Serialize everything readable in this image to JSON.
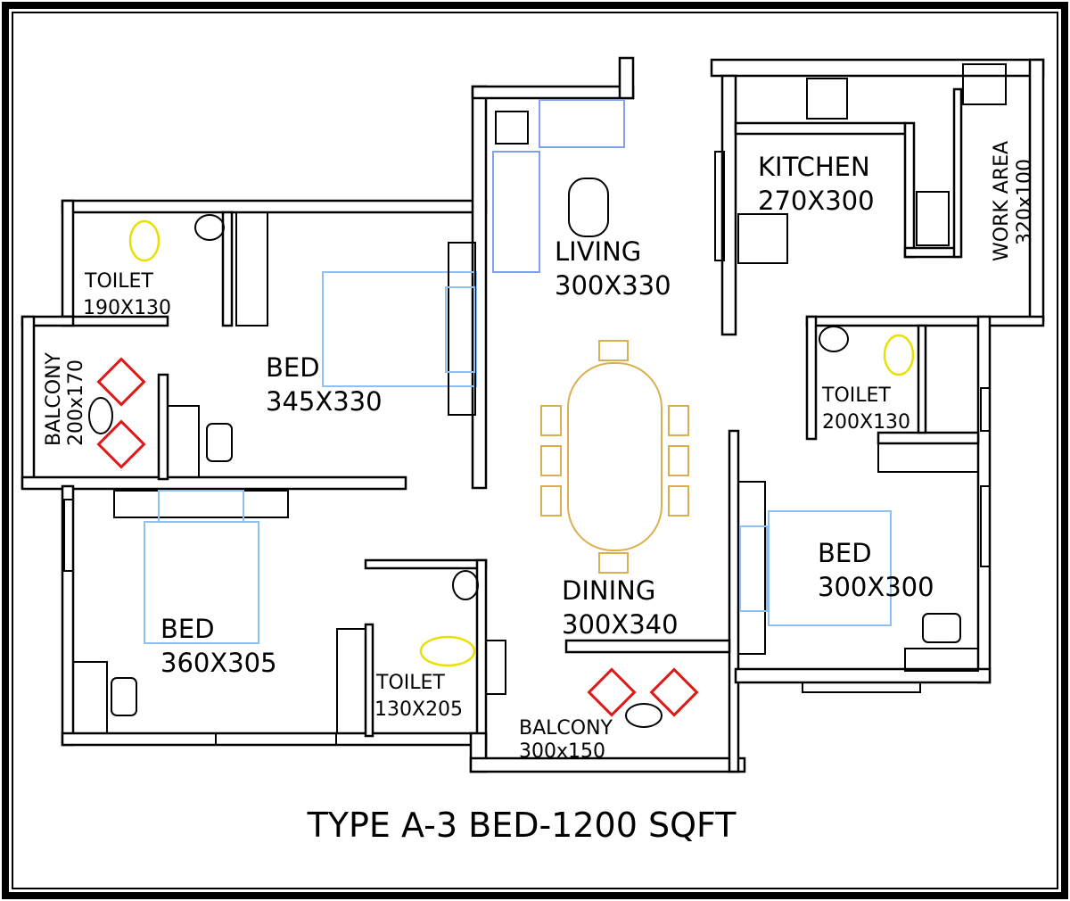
{
  "title": "TYPE A-3 BED-1200 SQFT",
  "rooms": {
    "toilet_1": {
      "name": "TOILET",
      "size": "190X130"
    },
    "balcony_1": {
      "name": "BALCONY",
      "size": "200x170"
    },
    "bed_1": {
      "name": "BED",
      "size": "345X330"
    },
    "living": {
      "name": "LIVING",
      "size": "300X330"
    },
    "kitchen": {
      "name": "KITCHEN",
      "size": "270X300"
    },
    "work_area": {
      "name": "WORK AREA",
      "size": "320x100"
    },
    "toilet_2": {
      "name": "TOILET",
      "size": "200X130"
    },
    "bed_2": {
      "name": "BED",
      "size": "300X300"
    },
    "dining": {
      "name": "DINING",
      "size": "300X340"
    },
    "bed_3": {
      "name": "BED",
      "size": "360X305"
    },
    "toilet_3": {
      "name": "TOILET",
      "size": "130X205"
    },
    "balcony_2": {
      "name": "BALCONY",
      "size": "300x150"
    }
  },
  "colors": {
    "frame": "#000000",
    "bed": "#8fc0f0",
    "sofa": "#7f9ff0",
    "toilet": "#e8e000",
    "chair": "#e01818",
    "dining": "#d8b050"
  }
}
